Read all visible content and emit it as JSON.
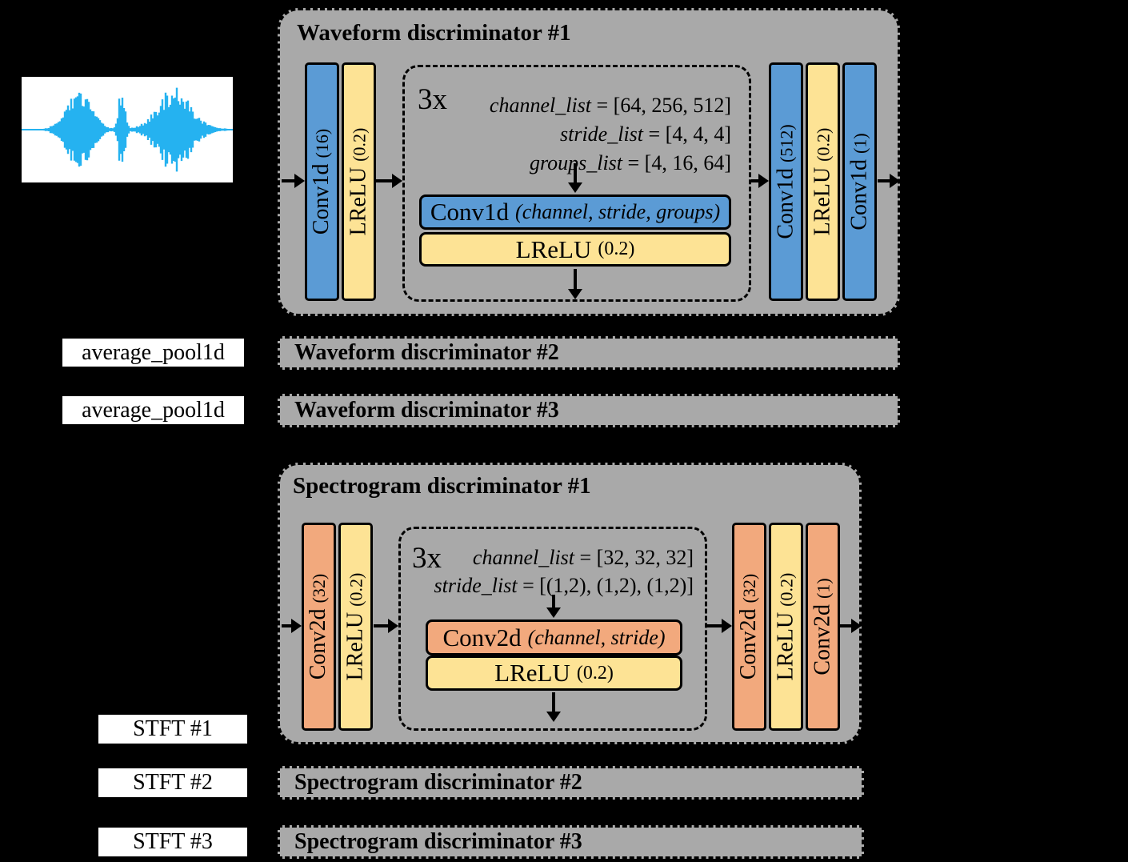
{
  "colors": {
    "background": "#000000",
    "panel_gray": "#a9a9a9",
    "conv1d_blue": "#5b9bd5",
    "lrelu_yellow": "#fde395",
    "conv2d_orange": "#f2a97d",
    "waveform_cyan": "#25b2f0"
  },
  "wd1": {
    "title": "Waveform discriminator #1",
    "in_conv": {
      "label": "Conv1d",
      "param": "(16)"
    },
    "in_act": {
      "label": "LReLU",
      "param": "(0.2)"
    },
    "repeat": {
      "count": "3x",
      "params": [
        {
          "name": "channel_list",
          "value": "= [64, 256, 512]"
        },
        {
          "name": "stride_list",
          "value": "= [4, 4, 4]"
        },
        {
          "name": "groups_list",
          "value": "= [4, 16, 64]"
        }
      ],
      "conv": {
        "label": "Conv1d",
        "args": "(channel, stride, groups)"
      },
      "act": {
        "label": "LReLU",
        "param": "(0.2)"
      }
    },
    "out_conv1": {
      "label": "Conv1d",
      "param": "(512)"
    },
    "out_act": {
      "label": "LReLU",
      "param": "(0.2)"
    },
    "out_conv2": {
      "label": "Conv1d",
      "param": "(1)"
    }
  },
  "wave_rows": [
    {
      "op": "average_pool1d",
      "bar": "Waveform discriminator #2"
    },
    {
      "op": "average_pool1d",
      "bar": "Waveform discriminator #3"
    }
  ],
  "sd1": {
    "title": "Spectrogram discriminator #1",
    "in_conv": {
      "label": "Conv2d",
      "param": "(32)"
    },
    "in_act": {
      "label": "LReLU",
      "param": "(0.2)"
    },
    "repeat": {
      "count": "3x",
      "params": [
        {
          "name": "channel_list",
          "value": "= [32, 32, 32]"
        },
        {
          "name": "stride_list",
          "value": "= [(1,2), (1,2), (1,2)]"
        }
      ],
      "conv": {
        "label": "Conv2d",
        "args": "(channel, stride)"
      },
      "act": {
        "label": "LReLU",
        "param": "(0.2)"
      }
    },
    "out_conv1": {
      "label": "Conv2d",
      "param": "(32)"
    },
    "out_act": {
      "label": "LReLU",
      "param": "(0.2)"
    },
    "out_conv2": {
      "label": "Conv2d",
      "param": "(1)"
    }
  },
  "stft1": {
    "op": "STFT #1"
  },
  "spec_rows": [
    {
      "op": "STFT #2",
      "bar": "Spectrogram discriminator #2"
    },
    {
      "op": "STFT #3",
      "bar": "Spectrogram discriminator #3"
    }
  ]
}
